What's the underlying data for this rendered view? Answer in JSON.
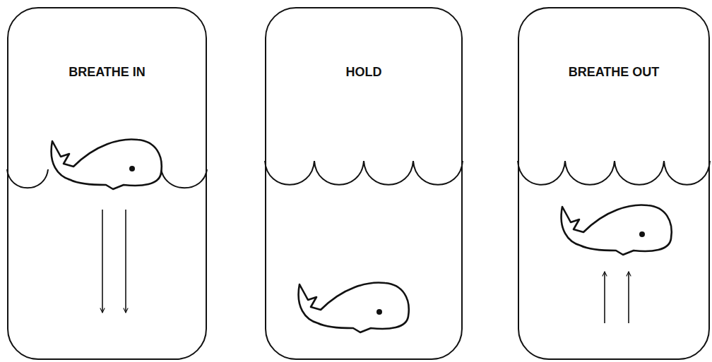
{
  "diagram": {
    "nodes": [
      {
        "text": [
          "BREATHE IN"
        ]
      },
      {
        "text": [
          "HOLD"
        ]
      },
      {
        "text": [
          "BREATHE OUT"
        ]
      }
    ]
  }
}
